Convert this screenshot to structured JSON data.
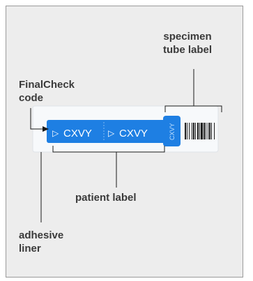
{
  "labels": {
    "specimen_tube": [
      "specimen",
      "tube label"
    ],
    "finalcheck": [
      "FinalCheck",
      "code"
    ],
    "patient": "patient label",
    "adhesive": [
      "adhesive",
      "liner"
    ]
  },
  "sticker": {
    "code_text": "CXVY",
    "play_glyph": "▷",
    "vertical_code": "CXVY"
  },
  "colors": {
    "background": "#ededed",
    "label_blue": "#1e7fe3",
    "text": "#3a3a3a",
    "line": "#1a1a1a",
    "liner": "#f7f9fb"
  }
}
